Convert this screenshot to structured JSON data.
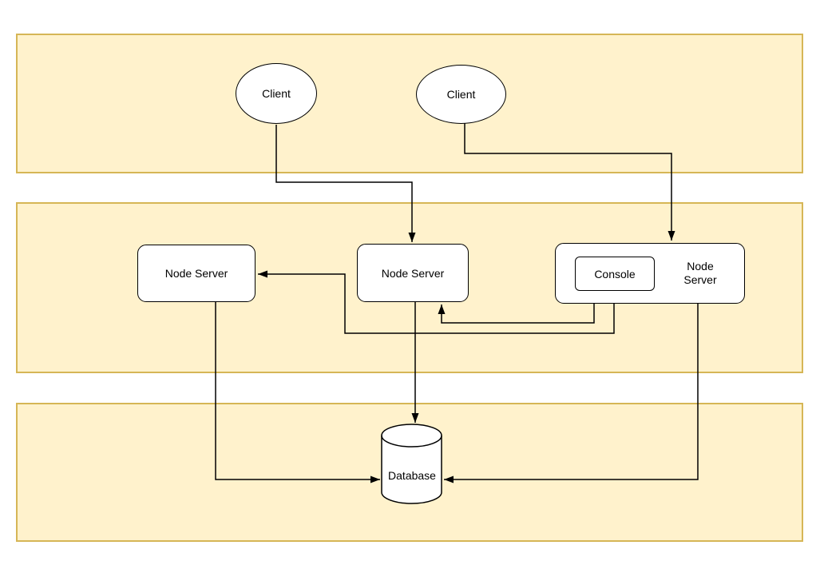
{
  "nodes": {
    "client_left": "Client",
    "client_right": "Client",
    "server_left": "Node Server",
    "server_middle": "Node Server",
    "server_right": "Node Server",
    "console": "Console",
    "database": "Database"
  },
  "colors": {
    "band_fill": "#FFF2CC",
    "band_border": "#D6B656",
    "shape_fill": "#FFFFFF",
    "shape_border": "#000000",
    "connector": "#000000"
  },
  "connections": [
    {
      "from": "client_left",
      "to": "server_middle"
    },
    {
      "from": "client_right",
      "to": "server_right"
    },
    {
      "from": "console",
      "to": "server_middle"
    },
    {
      "from": "console",
      "to": "server_left"
    },
    {
      "from": "server_middle",
      "to": "database"
    },
    {
      "from": "server_left",
      "to": "database"
    },
    {
      "from": "server_right",
      "to": "database"
    }
  ]
}
